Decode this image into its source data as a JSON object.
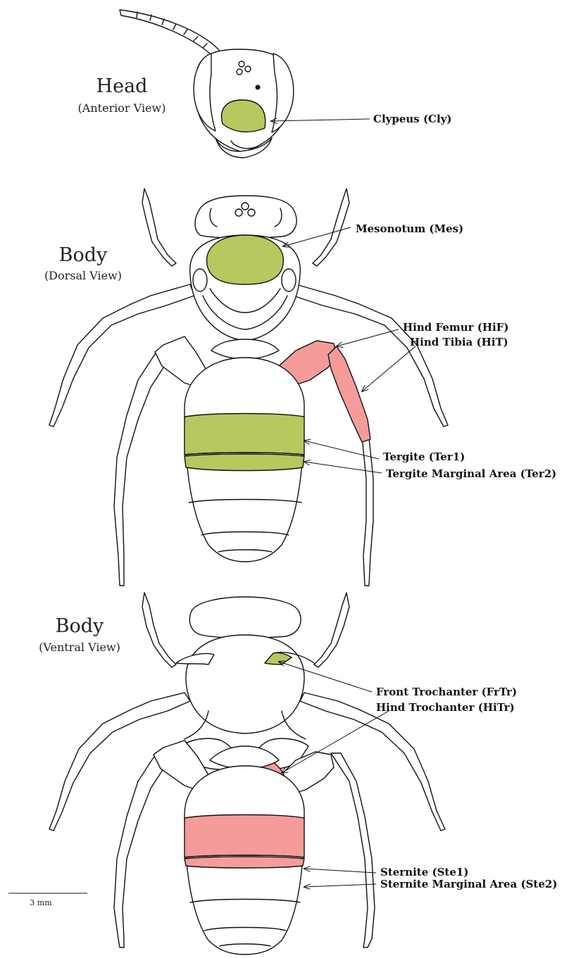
{
  "views": {
    "head": {
      "title": "Head",
      "subtitle": "(Anterior View)"
    },
    "dorsal": {
      "title": "Body",
      "subtitle": "(Dorsal View)"
    },
    "ventral": {
      "title": "Body",
      "subtitle": "(Ventral View)"
    }
  },
  "labels": {
    "clypeus": "Clypeus (Cly)",
    "mesonotum": "Mesonotum (Mes)",
    "hind_femur": "Hind Femur (HiF)",
    "hind_tibia": "Hind Tibia (HiT)",
    "tergite": "Tergite (Ter1)",
    "tergite_marginal": "Tergite Marginal Area (Ter2)",
    "front_trochanter": "Front Trochanter (FrTr)",
    "hind_trochanter": "Hind Trochanter (HiTr)",
    "sternite": "Sternite (Ste1)",
    "sternite_marginal": "Sternite Marginal Area (Ste2)"
  },
  "scale_bar": {
    "label": "3 mm"
  },
  "colors": {
    "green": "#b5c95f",
    "pink": "#f59c9b",
    "outline": "#111111"
  }
}
